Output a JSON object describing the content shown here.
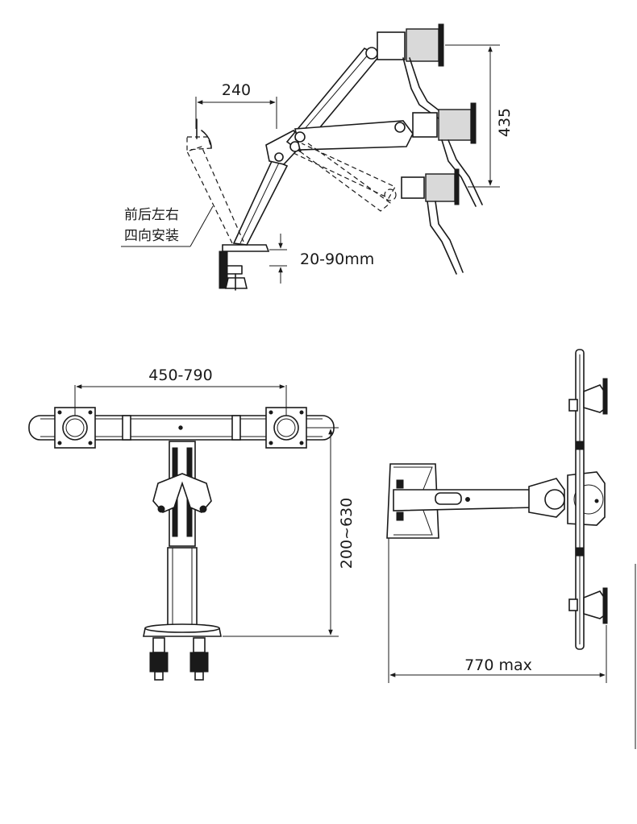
{
  "dimensions": {
    "arm_extension": "240",
    "desk_thickness": "20-90mm",
    "vertical_travel": "435",
    "mount_spacing": "450-790",
    "height_range": "200~630",
    "max_reach": "770 max"
  },
  "labels": {
    "install_line1": "前后左右",
    "install_line2": "四向安装"
  }
}
